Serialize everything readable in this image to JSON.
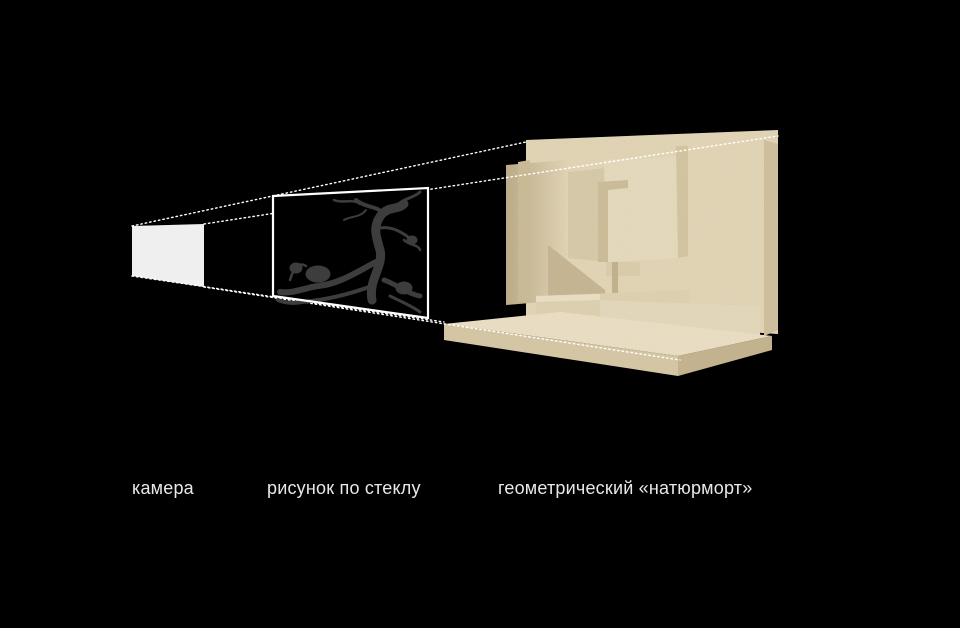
{
  "labels": {
    "camera": "камера",
    "glass": "рисунок по стеклу",
    "still_life": "геометрический «натюрморт»"
  },
  "colors": {
    "background": "#000000",
    "camera_panel": "#efefef",
    "frame_stroke": "#ffffff",
    "tree": "#3d3d3d",
    "model_light": "#e6d9bc",
    "model_mid": "#d6c7a5",
    "model_shadow": "#c2b28e",
    "text": "#e8e8e8"
  },
  "icons": {
    "tree": "tree-drawing-icon"
  }
}
